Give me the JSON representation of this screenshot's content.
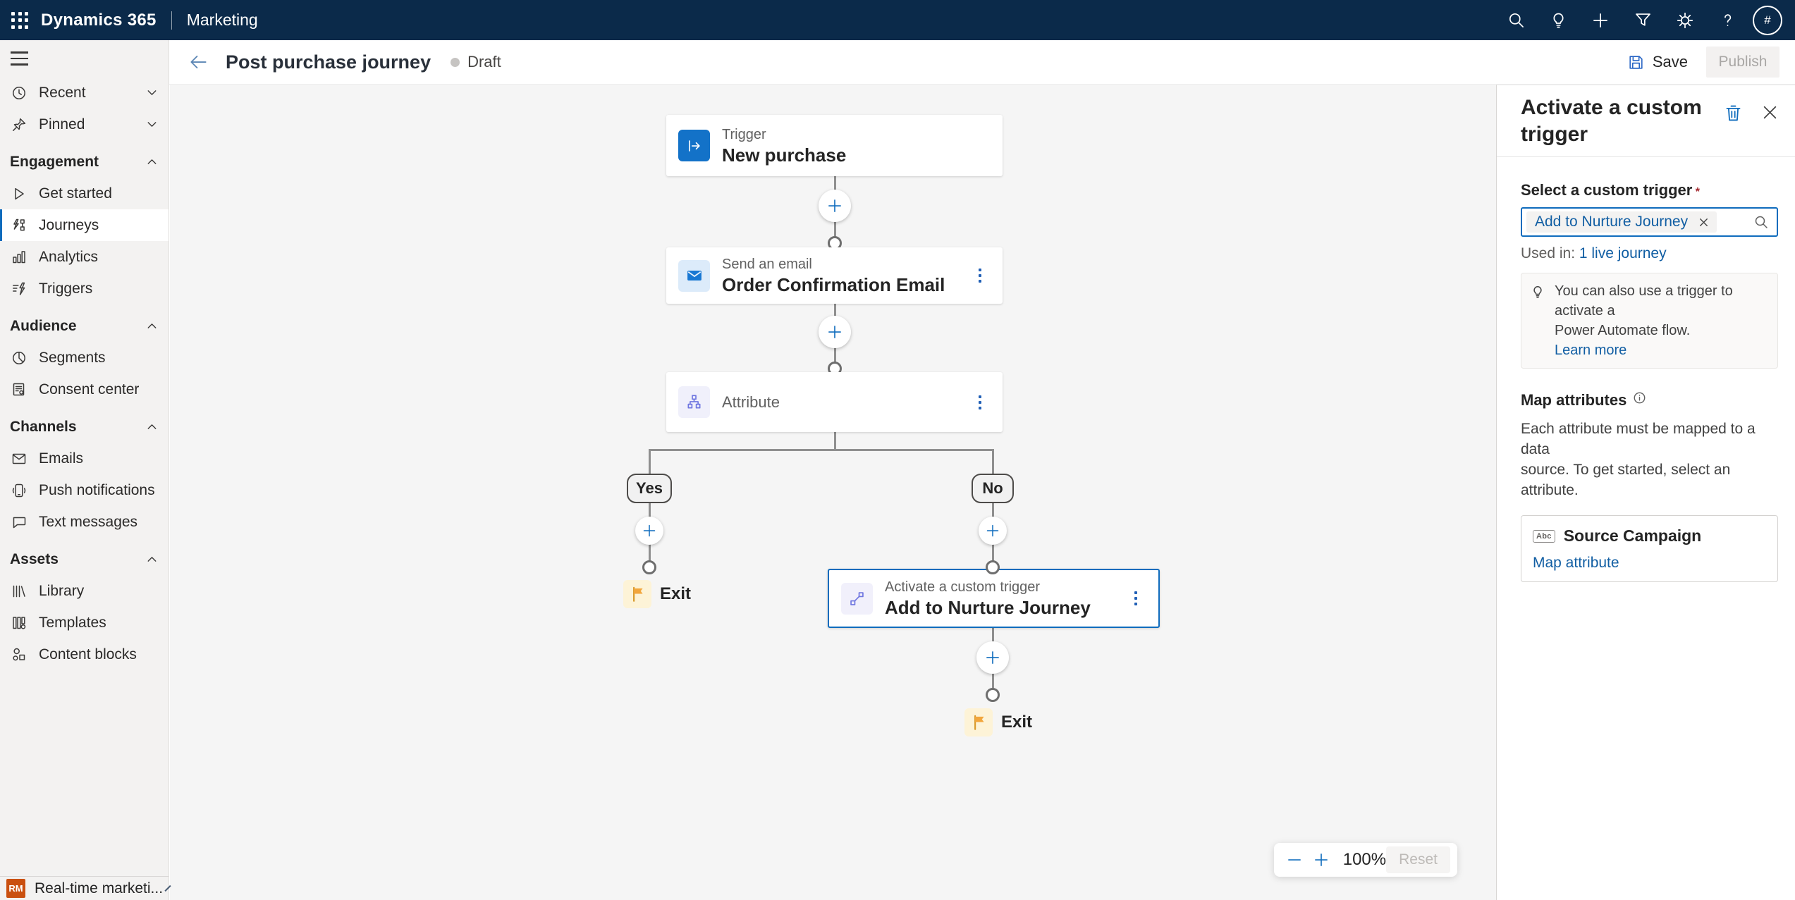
{
  "colors": {
    "topbar_bg": "#0b2a4a",
    "accent": "#0f6cbd",
    "link": "#115ea3",
    "env_badge": "#ca5010",
    "exit_flag": "#f2a63c",
    "canvas_bg": "#f5f5f5",
    "selected_node_border": "#0f6cbd"
  },
  "topbar": {
    "app_name": "Dynamics 365",
    "area_name": "Marketing",
    "avatar_initials": "#"
  },
  "commandbar": {
    "title": "Post purchase journey",
    "status": "Draft",
    "save_label": "Save",
    "publish_label": "Publish"
  },
  "sidebar": {
    "top_items": [
      {
        "label": "Recent"
      },
      {
        "label": "Pinned"
      }
    ],
    "groups": [
      {
        "label": "Engagement",
        "items": [
          {
            "label": "Get started"
          },
          {
            "label": "Journeys"
          },
          {
            "label": "Analytics"
          },
          {
            "label": "Triggers"
          }
        ]
      },
      {
        "label": "Audience",
        "items": [
          {
            "label": "Segments"
          },
          {
            "label": "Consent center"
          }
        ]
      },
      {
        "label": "Channels",
        "items": [
          {
            "label": "Emails"
          },
          {
            "label": "Push notifications"
          },
          {
            "label": "Text messages"
          }
        ]
      },
      {
        "label": "Assets",
        "items": [
          {
            "label": "Library"
          },
          {
            "label": "Templates"
          },
          {
            "label": "Content blocks"
          }
        ]
      }
    ],
    "footer": {
      "badge": "RM",
      "environment": "Real-time marketi..."
    }
  },
  "canvas": {
    "trigger_node": {
      "type_label": "Trigger",
      "title": "New purchase"
    },
    "email_node": {
      "type_label": "Send an email",
      "title": "Order Confirmation Email"
    },
    "attribute_node": {
      "label": "Attribute"
    },
    "branch": {
      "yes": "Yes",
      "no": "No"
    },
    "custom_trigger_node": {
      "type_label": "Activate a custom trigger",
      "title": "Add to Nurture Journey"
    },
    "exit_yes": "Exit",
    "exit_no": "Exit",
    "zoom_toolbar": {
      "level": "100%",
      "reset": "Reset"
    }
  },
  "panel": {
    "title": "Activate a custom trigger",
    "field_label": "Select a custom trigger",
    "required": "*",
    "selected_trigger_chip": "Add to Nurture Journey",
    "used_in_prefix": "Used in: ",
    "used_in_link": "1 live journey",
    "tip_line1": "You can also use a trigger to activate a",
    "tip_line2": "Power Automate flow.",
    "tip_link": "Learn more",
    "map_attributes_title": "Map attributes",
    "desc_line1": "Each attribute must be mapped to a data",
    "desc_line2": "source. To get started, select an attribute.",
    "attribute_card": {
      "type_badge": "Abc",
      "name": "Source Campaign",
      "action": "Map attribute"
    }
  }
}
